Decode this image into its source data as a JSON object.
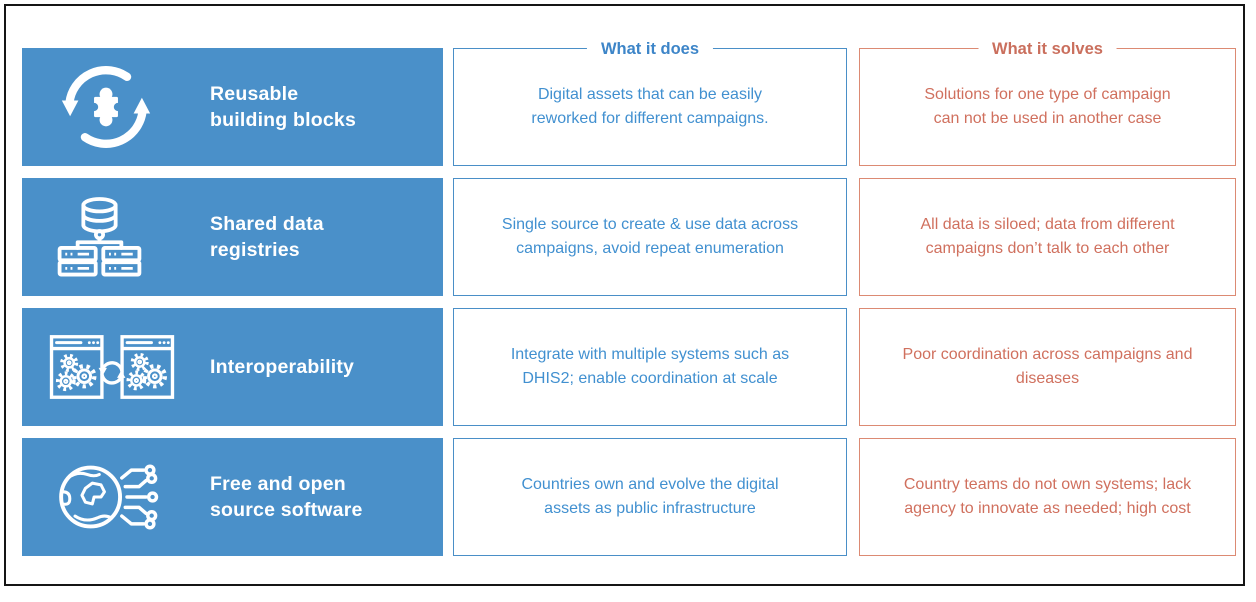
{
  "headers": {
    "does": "What it does",
    "solves": "What it solves"
  },
  "rows": [
    {
      "icon": "recycle-puzzle-icon",
      "label_lines": [
        "Reusable",
        "building blocks"
      ],
      "does_lines": [
        "Digital assets that can be easily",
        "reworked for different campaigns."
      ],
      "solves_lines": [
        "Solutions for one type of campaign",
        "can not be used in another case"
      ]
    },
    {
      "icon": "shared-database-registry-icon",
      "label_lines": [
        "Shared data",
        "registries"
      ],
      "does_lines": [
        "Single source to create & use data across",
        "campaigns, avoid repeat enumeration"
      ],
      "solves_lines": [
        "All data is siloed; data from different",
        "campaigns don’t talk to each other"
      ]
    },
    {
      "icon": "interoperability-windows-gears-icon",
      "label_lines": [
        "Interoperability"
      ],
      "does_lines": [
        "Integrate with multiple systems such as",
        "DHIS2; enable coordination at scale"
      ],
      "solves_lines": [
        "Poor coordination across campaigns and",
        "diseases"
      ]
    },
    {
      "icon": "globe-circuit-icon",
      "label_lines": [
        "Free and open",
        "source software"
      ],
      "does_lines": [
        "Countries own and evolve the digital",
        "assets as public infrastructure"
      ],
      "solves_lines": [
        "Country teams do not own systems; lack",
        "agency to innovate as needed; high cost"
      ]
    }
  ],
  "colors": {
    "panel_blue": "#4a90c9",
    "blue_border": "#4a8fc7",
    "blue_text": "#4190d0",
    "blue_header": "#3d85c8",
    "salmon_border": "#dc8a73",
    "salmon_text": "#d0705e",
    "salmon_header": "#ca6f5d",
    "frame_black": "#151515",
    "label_white": "#ffffff"
  }
}
